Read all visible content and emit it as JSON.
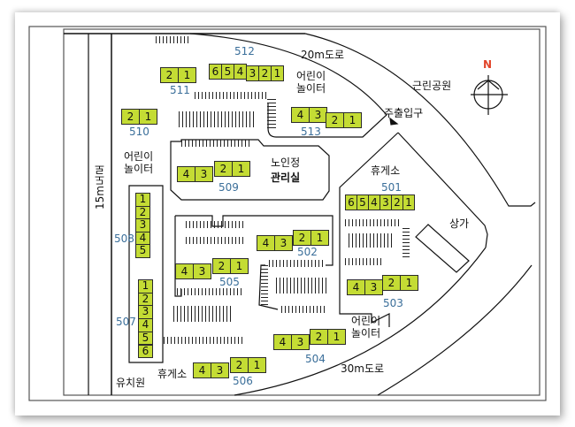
{
  "colors": {
    "stall_fill": "#c4dc34",
    "block_number": "#3b6f9a",
    "north": "#e2452a"
  },
  "labels": {
    "road_20m": "20m도로",
    "road_15m": "15m도로",
    "road_30m": "30m도로",
    "park": "근린공원",
    "main_entrance": "주출입구",
    "playground_top_1": "어린이",
    "playground_top_2": "놀이터",
    "playground_left_1": "어린이",
    "playground_left_2": "놀이터",
    "playground_right_1": "어린이",
    "playground_right_2": "놀이터",
    "senior_center": "노인정",
    "management_office": "관리실",
    "rest_area_right": "휴게소",
    "rest_area_bottom": "휴게소",
    "shops": "상가",
    "kindergarten": "유치원",
    "north": "N"
  },
  "blocks": [
    {
      "id": "511",
      "cells": [
        "2",
        "1"
      ]
    },
    {
      "id": "512",
      "cells": [
        "6",
        "5",
        "4",
        "3",
        "2",
        "1"
      ]
    },
    {
      "id": "510",
      "cells": [
        "2",
        "1"
      ]
    },
    {
      "id": "513",
      "cells": [
        "4",
        "3",
        "2",
        "1"
      ]
    },
    {
      "id": "509",
      "cells": [
        "4",
        "3",
        "2",
        "1"
      ]
    },
    {
      "id": "501",
      "cells": [
        "6",
        "5",
        "4",
        "3",
        "2",
        "1"
      ]
    },
    {
      "id": "502",
      "cells": [
        "4",
        "3",
        "2",
        "1"
      ]
    },
    {
      "id": "505",
      "cells": [
        "4",
        "3",
        "2",
        "1"
      ]
    },
    {
      "id": "503",
      "cells": [
        "4",
        "3",
        "2",
        "1"
      ]
    },
    {
      "id": "504",
      "cells": [
        "4",
        "3",
        "2",
        "1"
      ]
    },
    {
      "id": "506",
      "cells": [
        "4",
        "3",
        "2",
        "1"
      ]
    },
    {
      "id": "508",
      "cells": [
        "1",
        "2",
        "3",
        "4",
        "5"
      ]
    },
    {
      "id": "507",
      "cells": [
        "1",
        "2",
        "3",
        "4",
        "5",
        "6"
      ]
    }
  ]
}
